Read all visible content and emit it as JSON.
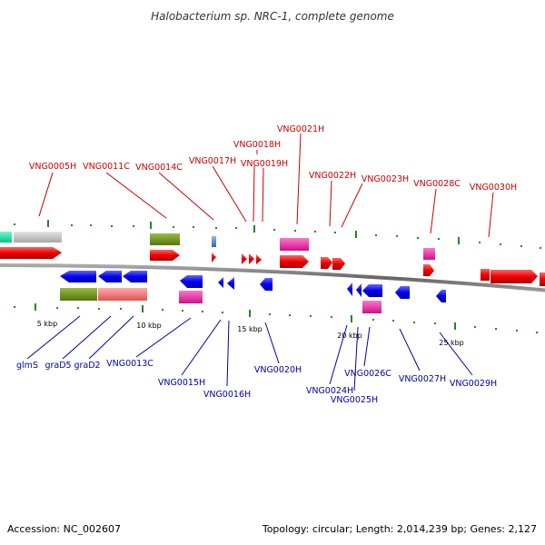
{
  "title": "Halobacterium sp. NRC-1, complete genome",
  "footer": {
    "accession": "Accession: NC_002607",
    "stats": "Topology: circular; Length: 2,014,239 bp; Genes: 2,127"
  },
  "scale_labels": [
    "5 kbp",
    "10 kbp",
    "15 kbp",
    "20 kbp",
    "25 kbp"
  ],
  "forward_labels": [
    "VNG0005H",
    "VNG0011C",
    "VNG0014C",
    "VNG0017H",
    "VNG0018H",
    "VNG0019H",
    "VNG0021H",
    "VNG0022H",
    "VNG0023H",
    "VNG0028C",
    "VNG0030H"
  ],
  "reverse_labels": [
    "glmS",
    "graD5",
    "graD2",
    "VNG0013C",
    "VNG0015H",
    "VNG0016H",
    "VNG0020H",
    "VNG0024H",
    "VNG0025H",
    "VNG0026C",
    "VNG0027H",
    "VNG0029H"
  ],
  "colors": {
    "forward_cds": "#ee0000",
    "reverse_cds": "#0000ee",
    "forward_label": "#cc0000",
    "reverse_label": "#0000aa",
    "leader": "#cc0000",
    "tick": "#228822",
    "backbone": "#888888",
    "pink": "#ee2299",
    "olive": "#668822",
    "grey": "#c0c0c0",
    "teal": "#22ddaa",
    "salmon": "#ee7777",
    "steel": "#4488bb"
  }
}
